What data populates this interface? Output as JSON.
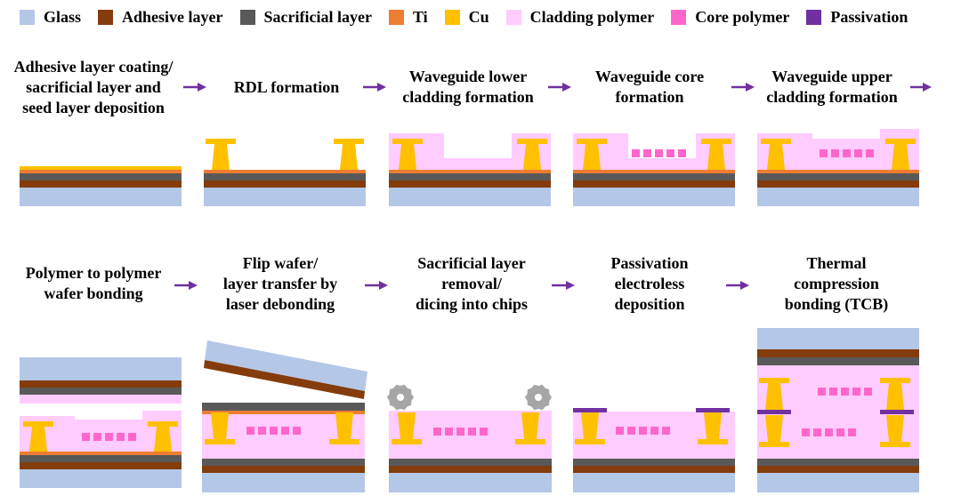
{
  "legend": [
    {
      "label": "Glass",
      "color": "#b4c7e7"
    },
    {
      "label": "Adhesive layer",
      "color": "#843c0c"
    },
    {
      "label": "Sacrificial layer",
      "color": "#595959"
    },
    {
      "label": "Ti",
      "color": "#ed7d31"
    },
    {
      "label": "Cu",
      "color": "#ffc000"
    },
    {
      "label": "Cladding polymer",
      "color": "#ffccff"
    },
    {
      "label": "Core polymer",
      "color": "#ff66cc"
    },
    {
      "label": "Passivation",
      "color": "#7030a0"
    }
  ],
  "steps": [
    {
      "lines": [
        "Adhesive layer coating/",
        "sacrificial layer and",
        "seed layer deposition"
      ]
    },
    {
      "lines": [
        "RDL formation"
      ]
    },
    {
      "lines": [
        "Waveguide lower",
        "cladding formation"
      ]
    },
    {
      "lines": [
        "Waveguide core",
        "formation"
      ]
    },
    {
      "lines": [
        "Waveguide upper",
        "cladding formation"
      ]
    },
    {
      "lines": [
        "Polymer to polymer",
        "wafer bonding"
      ]
    },
    {
      "lines": [
        "Flip wafer/",
        "layer transfer by",
        "laser debonding"
      ]
    },
    {
      "lines": [
        "Sacrificial layer",
        "removal/",
        "dicing into chips"
      ]
    },
    {
      "lines": [
        "Passivation",
        "electroless",
        "deposition"
      ]
    },
    {
      "lines": [
        "Thermal",
        "compression",
        "bonding (TCB)"
      ]
    }
  ],
  "colors": {
    "glass": "#b4c7e7",
    "adhesive": "#843c0c",
    "sacrificial": "#595959",
    "ti": "#ed7d31",
    "cu": "#ffc000",
    "cladding": "#ffccff",
    "core": "#ff66cc",
    "passivation": "#7030a0",
    "arrow": "#7030a0",
    "blade": "#a6a6a6"
  }
}
